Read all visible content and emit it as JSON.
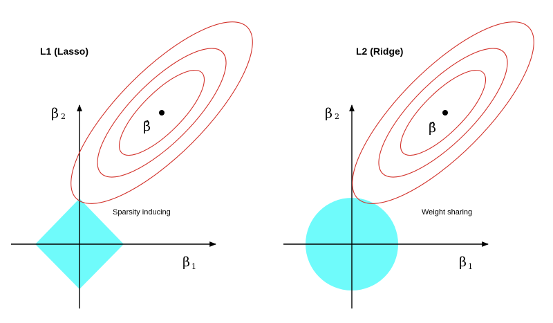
{
  "colors": {
    "constraint_fill": "#6ffbfb",
    "contour_stroke": "#d2312a",
    "axis": "#000000",
    "estimate_point": "#000000"
  },
  "panels": [
    {
      "title": "L1 (Lasso)",
      "constraint_shape": "diamond",
      "annotation": "Sparsity inducing",
      "y_axis_symbol": "β",
      "y_axis_subscript": "2",
      "x_axis_symbol": "β",
      "x_axis_subscript": "1",
      "estimate_label": "β̂"
    },
    {
      "title": "L2 (Ridge)",
      "constraint_shape": "circle",
      "annotation": "Weight sharing",
      "y_axis_symbol": "β",
      "y_axis_subscript": "2",
      "x_axis_symbol": "β",
      "x_axis_subscript": "1",
      "estimate_label": "β̂"
    }
  ]
}
